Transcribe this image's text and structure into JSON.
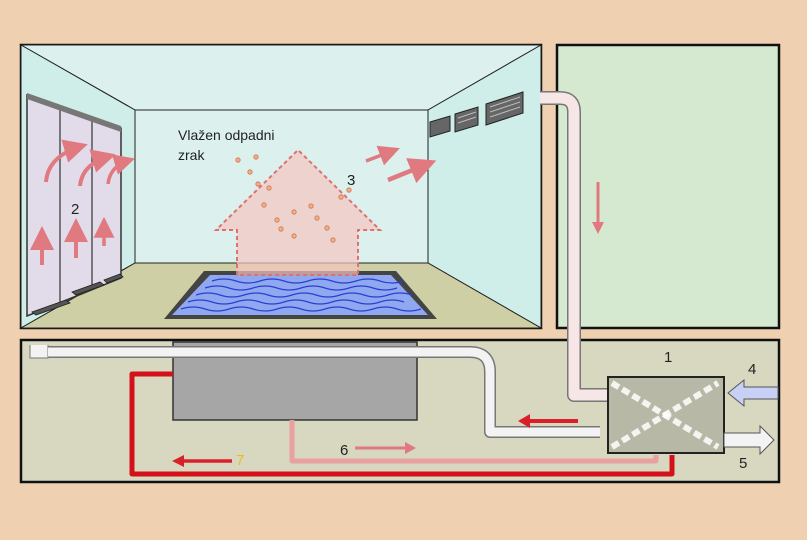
{
  "labels": {
    "room_caption_line1": "Vlažen odpadni",
    "room_caption_line2": "zrak",
    "num_1": "1",
    "num_2": "2",
    "num_3": "3",
    "num_4": "4",
    "num_5": "5",
    "num_6": "6",
    "num_7": "7"
  },
  "colors": {
    "background": "#efd0b0",
    "room_wall": "#dcf0ee",
    "side_wall": "#c9ece8",
    "floor": "#cfcfa6",
    "basement": "#d8d8c0",
    "side_room": "#d5e9d0",
    "pool_water": "#8fa8f0",
    "wave": "#2a3fd0",
    "hot_pipe": "#d4101a",
    "warm_pipe": "#e8a0a0",
    "duct": "#f3f3f3",
    "arrow_pink": "#e07a80",
    "arrow_red": "#d9202a",
    "fresh_air": "#c8d0f5",
    "exchanger": "#b8b8a6",
    "ahu_box": "#a6a6a6"
  }
}
